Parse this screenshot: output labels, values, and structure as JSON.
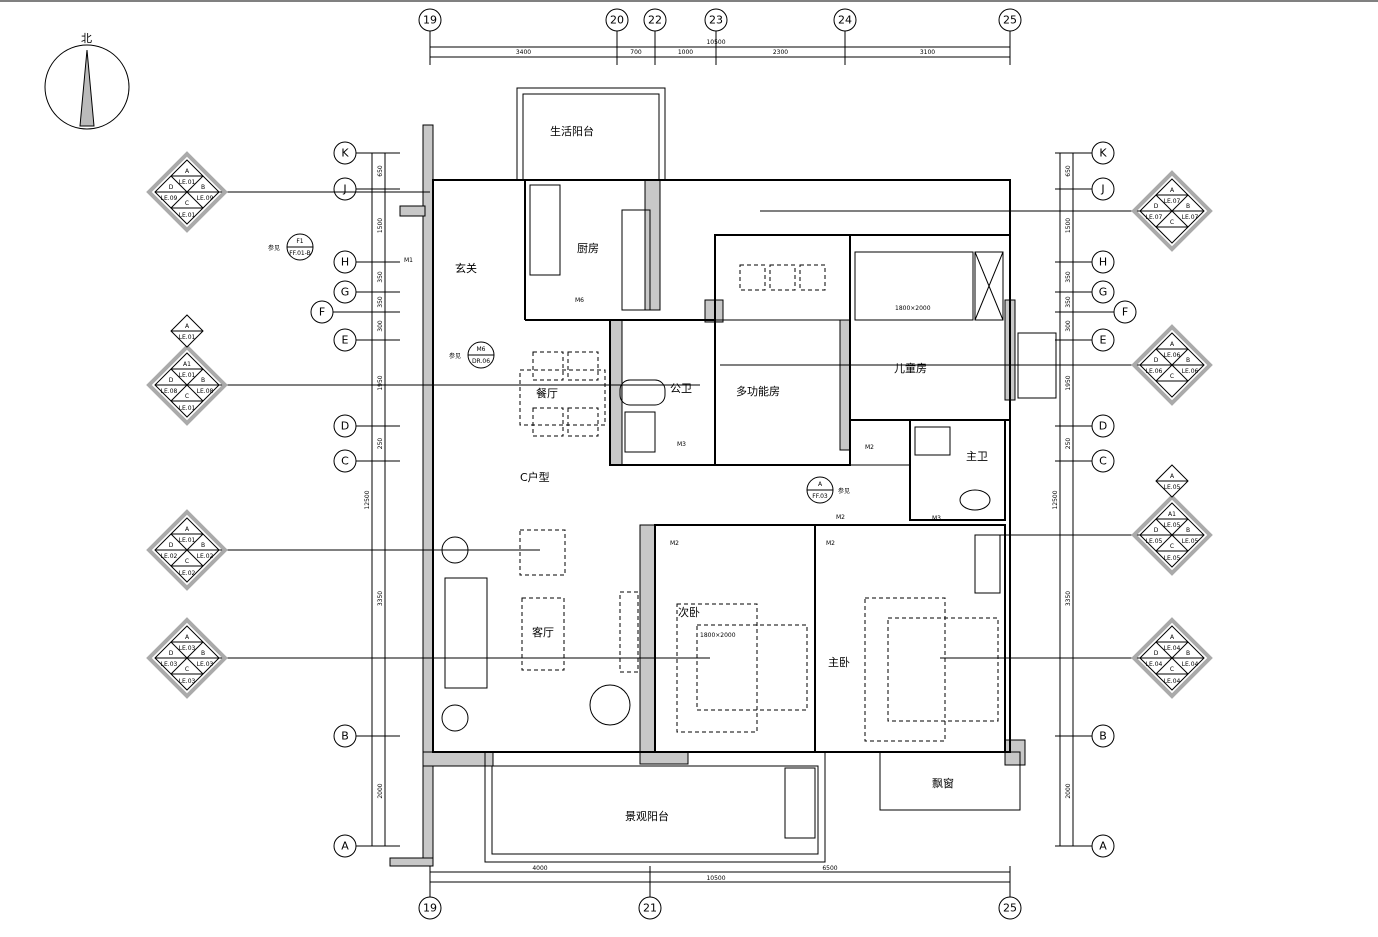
{
  "compass": {
    "north_label": "北"
  },
  "axes": {
    "top": [
      "19",
      "20",
      "22",
      "23",
      "24",
      "25"
    ],
    "bottom": [
      "19",
      "21",
      "25"
    ],
    "left": [
      "K",
      "J",
      "H",
      "G",
      "F",
      "E",
      "D",
      "C",
      "B",
      "A"
    ],
    "right": [
      "K",
      "J",
      "H",
      "G",
      "F",
      "E",
      "D",
      "C",
      "B",
      "A"
    ]
  },
  "dimensions": {
    "top_segments": [
      "3400",
      "700",
      "1000",
      "2300",
      "3100"
    ],
    "top_total": "10500",
    "bottom_segments": [
      "4000",
      "6500"
    ],
    "bottom_total": "10500",
    "left_segments": [
      "650",
      "1500",
      "350",
      "350",
      "300",
      "1950",
      "250",
      "3350",
      "2000"
    ],
    "left_total": "12500",
    "right_segments": [
      "650",
      "1500",
      "350",
      "350",
      "300",
      "1950",
      "250",
      "3350",
      "2000"
    ],
    "right_total": "12500"
  },
  "rooms": {
    "service_balcony": "生活阳台",
    "kitchen": "厨房",
    "entrance": "玄关",
    "dining": "餐厅",
    "public_bath": "公卫",
    "multi_room": "多功能房",
    "kids_room": "儿童房",
    "master_bath": "主卫",
    "unit_type": "C户型",
    "living": "客厅",
    "second_bedroom": "次卧",
    "master_bedroom": "主卧",
    "bay_window": "飘窗",
    "view_balcony": "景观阳台"
  },
  "furniture": {
    "bed_size_kids": "1800×2000",
    "bed_size_second": "1800×2000"
  },
  "doors": {
    "m1": "M1",
    "m6": "M6",
    "m3a": "M3",
    "m2a": "M2",
    "m2b": "M2",
    "m2c": "M2",
    "m2d": "M2",
    "m3b": "M3"
  },
  "references": [
    {
      "prefix": "参见",
      "top": "F1",
      "bottom": "FF.01-B"
    },
    {
      "prefix": "参见",
      "top": "M6",
      "bottom": "DR.06"
    },
    {
      "prefix": "参见",
      "top": "A",
      "bottom": "FF.03"
    }
  ],
  "elevation_tags": [
    {
      "A": "LE.01",
      "B": "LE.09",
      "C": "LE.01",
      "D": "LE.09"
    },
    {
      "small": "LE.01",
      "A": "LE.01",
      "B": "LE.08",
      "C": "LE.01",
      "D": "LE.08",
      "top_letter": "A1"
    },
    {
      "A": "LE.01",
      "B": "LE.02",
      "C": "LE.02",
      "D": "LE.02"
    },
    {
      "A": "LE.03",
      "B": "LE.03",
      "C": "LE.03",
      "D": "LE.03"
    },
    {
      "A": "LE.07",
      "B": "LE.07",
      "C": "",
      "D": "LE.07"
    },
    {
      "A": "LE.06",
      "B": "LE.06",
      "C": "",
      "D": "LE.06"
    },
    {
      "small": "LE.05",
      "A": "LE.05",
      "B": "LE.05",
      "C": "LE.05",
      "D": "LE.05",
      "top_letter": "A1"
    },
    {
      "A": "LE.04",
      "B": "LE.04",
      "C": "LE.04",
      "D": "LE.04"
    }
  ],
  "colors": {
    "wall_fill": "#c8c8c8",
    "line": "#000000"
  }
}
